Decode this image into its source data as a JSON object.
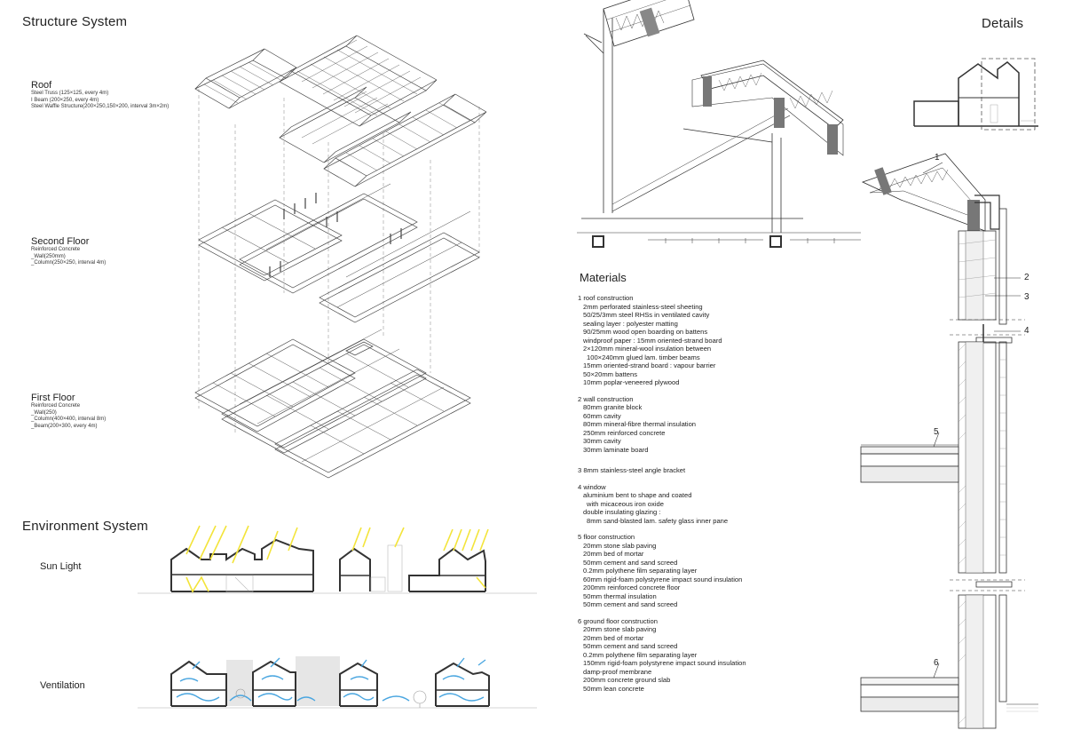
{
  "structure": {
    "title": "Structure System",
    "roof": {
      "label": "Roof",
      "lines": [
        "Steel Truss (125×125, every 4m)",
        "I Beam (200×250, every 4m)",
        "Steel Waffle Structure(200×250,150×200, interval 3m×2m)"
      ]
    },
    "second_floor": {
      "label": "Second Floor",
      "lines": [
        "Reinforced Concrete",
        "_Wall(250mm)",
        "_Column(250×250, interval 4m)"
      ]
    },
    "first_floor": {
      "label": "First Floor",
      "lines": [
        "Reinforced Concrete",
        "_Wall(250)",
        "_Column(400×400, interval 8m)",
        "_Beam(200×300, every 4m)"
      ]
    }
  },
  "environment": {
    "title": "Environment System",
    "sunlight_label": "Sun Light",
    "ventilation_label": "Ventilation",
    "colors": {
      "sun": "#f3e43a",
      "air": "#4aa6e0"
    }
  },
  "details": {
    "title": "Details",
    "callouts": [
      "1",
      "2",
      "3",
      "4",
      "5",
      "6"
    ]
  },
  "materials": {
    "title": "Materials",
    "groups": [
      {
        "heading": "1 roof construction",
        "lines": [
          "2mm perforated stainless-steel sheeting",
          "50/25/3mm steel RHSs in ventilated cavity",
          "sealing layer : polyester matting",
          "90/25mm wood open boarding on battens",
          "windproof paper : 15mm oriented-strand board",
          "2×120mm mineral-wool insulation between",
          " 100×240mm glued lam. timber beams",
          "15mm oriented-strand board : vapour barrier",
          "50×20mm battens",
          "10mm poplar-veneered plywood"
        ]
      },
      {
        "heading": "2 wall construction",
        "lines": [
          "80mm granite block",
          "60mm cavity",
          "80mm mineral-fibre thermal insulation",
          "250mm reinforced concrete",
          "30mm cavity",
          "30mm laminate board"
        ]
      },
      {
        "heading": "3 8mm stainless-steel angle bracket",
        "lines": []
      },
      {
        "heading": "4 window",
        "lines": [
          "aluminium bent to shape and coated",
          " with micaceous iron oxide",
          "double insulating glazing :",
          " 8mm sand-blasted lam. safety glass inner pane"
        ]
      },
      {
        "heading": "5 floor construction",
        "lines": [
          "20mm stone slab paving",
          "20mm bed of mortar",
          "50mm cement and sand screed",
          "0.2mm polythene film separating layer",
          "60mm rigid-foam polystyrene impact sound insulation",
          "200mm reinforced concrete floor",
          "50mm thermal insulation",
          "50mm cement and sand screed"
        ]
      },
      {
        "heading": "6 ground floor construction",
        "lines": [
          "20mm stone slab paving",
          "20mm bed of mortar",
          "50mm cement and sand screed",
          "0.2mm polythene film separating layer",
          "150mm rigid-foam polystyrene impact sound insulation",
          "damp-proof membrane",
          "200mm concrete ground slab",
          "50mm lean concrete"
        ]
      }
    ]
  }
}
